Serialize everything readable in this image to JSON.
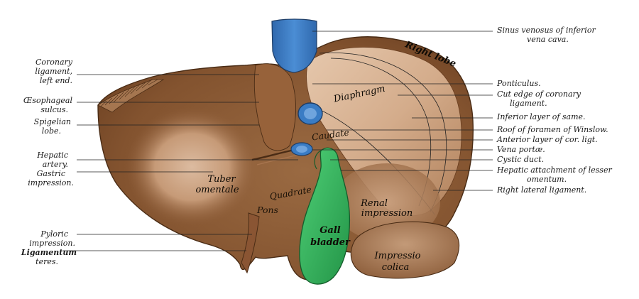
{
  "colors": {
    "liver": "#8b5a36",
    "liver_dark": "#6e4324",
    "liver_light": "#d2ad8c",
    "vena_cava": "#3f7fc6",
    "gall_bladder": "#2fb35a",
    "background": "#ffffff"
  },
  "labels_left": {
    "coronary_l1": "Coronary",
    "coronary_l2": "ligament,",
    "coronary_l3": "left end.",
    "oesophageal_l1": "Œsophageal",
    "oesophageal_l2": "sulcus.",
    "spigelian_l1": "Spigelian",
    "spigelian_l2": "lobe.",
    "hepatic_artery_l1": "Hepatic",
    "hepatic_artery_l2": "artery.",
    "gastric_l1": "Gastric",
    "gastric_l2": "impression.",
    "pyloric_l1": "Pyloric",
    "pyloric_l2": "impression.",
    "ligamentum_l1": "Ligamentum",
    "ligamentum_l2": "teres."
  },
  "labels_right": {
    "sinus_l1": "Sinus venosus of inferior",
    "sinus_l2": "vena cava.",
    "ponticulus": "Ponticulus.",
    "cut_edge_l1": "Cut edge of coronary",
    "cut_edge_l2": "ligament.",
    "inferior_layer": "Inferior layer of same.",
    "roof_foramen": "Roof of foramen of Winslow.",
    "anterior_layer": "Anterior layer of cor. ligt.",
    "vena_portae": "Vena portæ.",
    "cystic_duct": "Cystic duct.",
    "hepatic_attach_l1": "Hepatic attachment of lesser",
    "hepatic_attach_l2": "omentum.",
    "right_lateral": "Right lateral ligament."
  },
  "labels_organ": {
    "right_lobe": "Right lobe",
    "diaphragm": "Diaphragm",
    "caudate": "Caudate",
    "tuber_l1": "Tuber",
    "tuber_l2": "omentale",
    "quadrate": "Quadrate",
    "pons": "Pons",
    "renal_l1": "Renal",
    "renal_l2": "impression",
    "gall_l1": "Gall",
    "gall_l2": "bladder",
    "impressio_l1": "Impressio",
    "impressio_l2": "colica"
  }
}
